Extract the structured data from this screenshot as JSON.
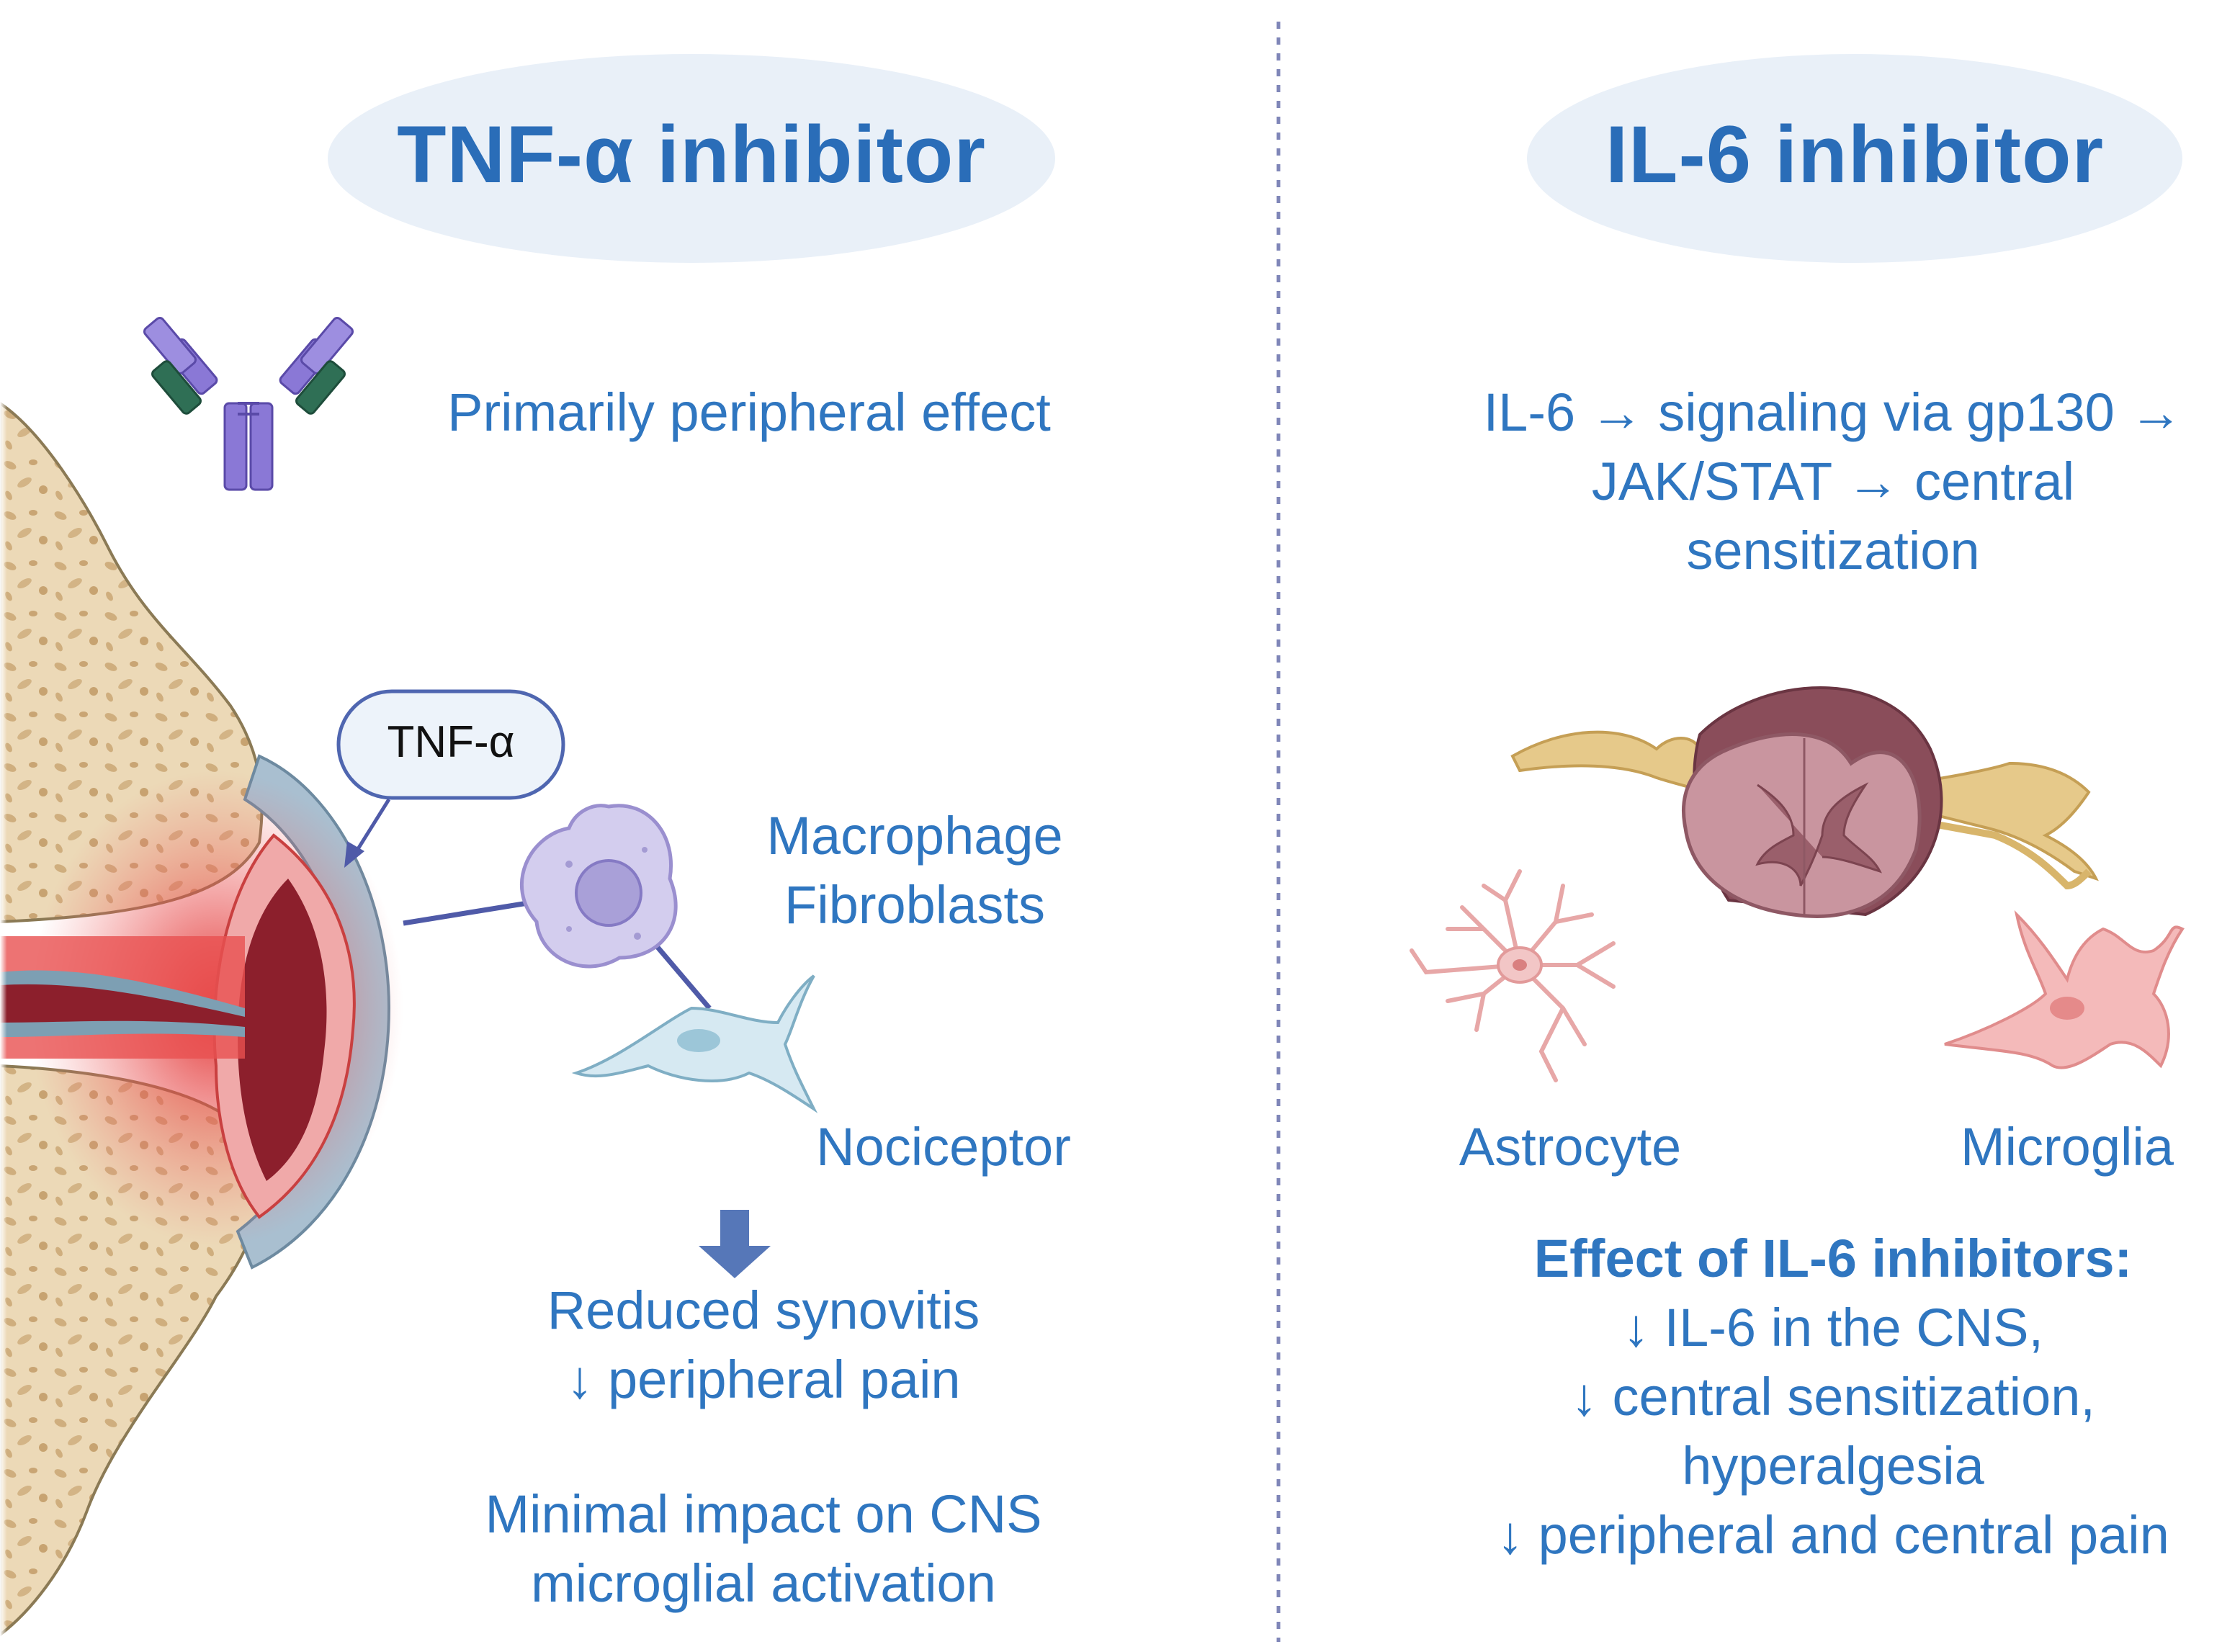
{
  "left": {
    "title": "TNF-α inhibitor",
    "effect": "Primarily peripheral effect",
    "tnf_label": "TNF-α",
    "cells_line1": "Macrophage",
    "cells_line2": "Fibroblasts",
    "nociceptor": "Nociceptor",
    "outcome_line1": "Reduced synovitis",
    "outcome_line2": "↓ peripheral pain",
    "cns_line1": "Minimal impact on  CNS",
    "cns_line2": "microglial activation"
  },
  "right": {
    "title": "IL-6 inhibitor",
    "signal_line1": "IL-6 → signaling via gp130 →",
    "signal_line2": "JAK/STAT → central",
    "signal_line3": "sensitization",
    "astrocyte": "Astrocyte",
    "microglia": "Microglia",
    "effect_heading": "Effect of IL-6 inhibitors:",
    "effect_line1": "↓ IL-6 in the CNS,",
    "effect_line2": "↓ central sensitization,",
    "effect_line3": "hyperalgesia",
    "effect_line4": "↓ peripheral and central pain"
  },
  "colors": {
    "text": "#2f76c0",
    "pill": "#e8f0f8",
    "divider": "#7f86b8",
    "bone": "#ead7b5",
    "inflammation": "#e23a3a",
    "arrow": "#5677b8"
  },
  "icons": [
    "antibody-icon",
    "joint-illustration",
    "macrophage-icon",
    "fibroblast-icon",
    "spinal-cord-icon",
    "astrocyte-icon",
    "microglia-icon",
    "down-arrow-icon"
  ]
}
